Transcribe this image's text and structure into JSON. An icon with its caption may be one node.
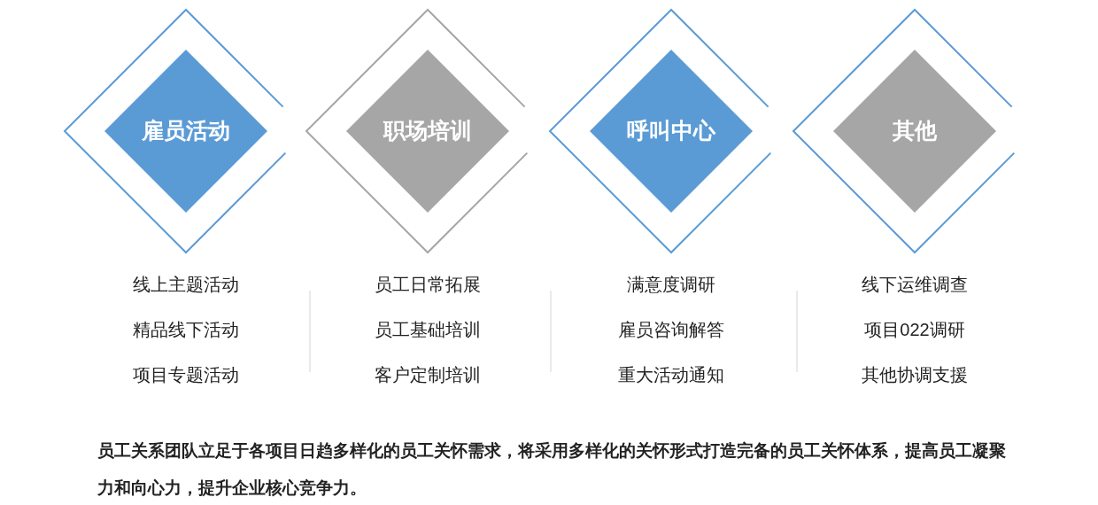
{
  "diagram": {
    "nodes": [
      {
        "text": [
          "雇员活动"
        ],
        "beside": [
          "线上主题活动",
          "精品线下活动",
          "项目专题活动"
        ]
      },
      {
        "text": [
          "职场培训"
        ],
        "beside": [
          "员工日常拓展",
          "员工基础培训",
          "客户定制培训"
        ]
      },
      {
        "text": [
          "呼叫中心"
        ],
        "beside": [
          "满意度调研",
          "雇员咨询解答",
          "重大活动通知"
        ]
      },
      {
        "text": [
          "其他"
        ],
        "beside": [
          "线下运维调查",
          "项目022调研",
          "其他协调支援"
        ]
      }
    ],
    "edges": [],
    "caption": "员工关系团队立足于各项目日趋多样化的员工关怀需求，将采用多样化的关怀形式打造完备的员工关怀体系，提高员工凝聚力和向心力，提升企业核心竞争力。"
  }
}
